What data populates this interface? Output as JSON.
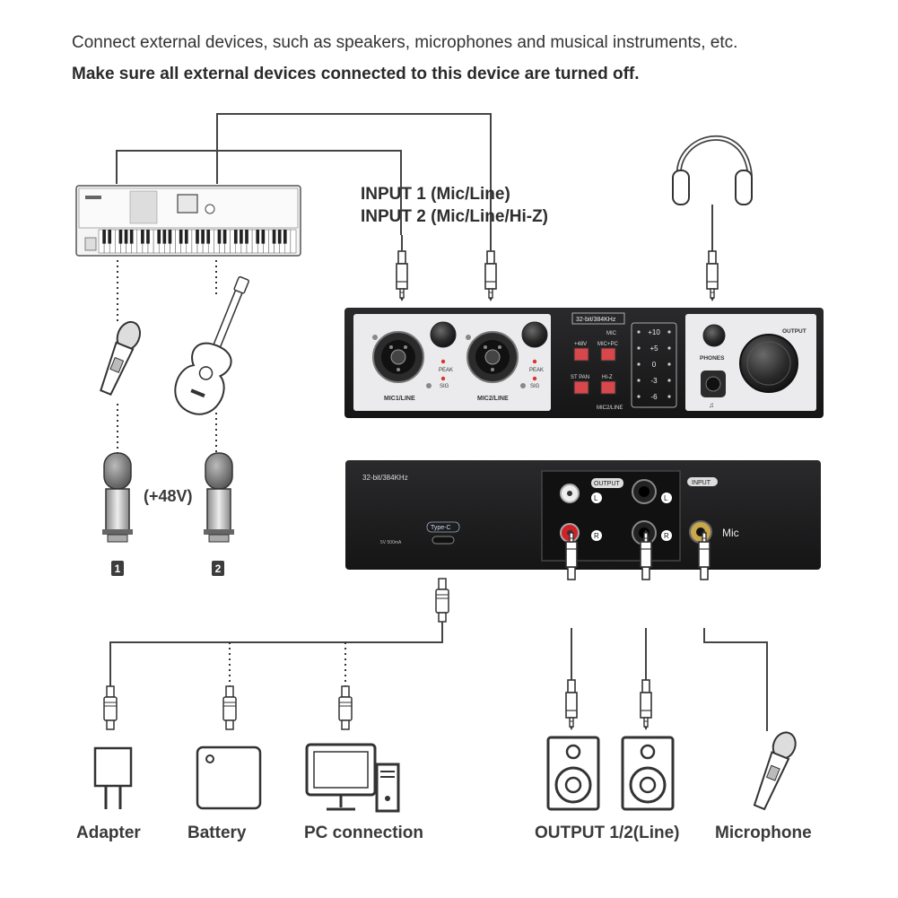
{
  "header": {
    "line1": "Connect external devices, such as speakers, microphones and musical instruments, etc.",
    "line2": "Make sure all external devices connected to this device are turned off."
  },
  "inputs_label": {
    "input1": "INPUT 1 (Mic/Line)",
    "input2": "INPUT 2 (Mic/Line/Hi-Z)"
  },
  "phantom_label": "(+48V)",
  "mic_numbers": [
    "1",
    "2"
  ],
  "front_panel": {
    "sample_rate": "32-bit/384KHz",
    "ch1_label": "MIC1/LINE",
    "ch2_label": "MIC2/LINE",
    "peak": "PEAK",
    "sig": "SIG",
    "btn_48v": "+48V",
    "btn_mic": "MIC",
    "btn_micpc": "MIC+PC",
    "btn_stpan": "ST PAN",
    "btn_hiz": "HI-Z",
    "hiz_sub": "MIC2/LINE",
    "meter": [
      "+10",
      "+5",
      "0",
      "-3",
      "-6"
    ],
    "phones": "PHONES",
    "output": "OUTPUT"
  },
  "rear_panel": {
    "sample_rate": "32-bit/384KHz",
    "typec": "Type-C",
    "power": "5V 500mA",
    "output_tag": "OUTPUT",
    "input_tag": "INPUT",
    "mic": "Mic",
    "left": "L",
    "right": "R"
  },
  "bottom_labels": {
    "adapter": "Adapter",
    "battery": "Battery",
    "pc": "PC connection",
    "output": "OUTPUT 1/2(Line)",
    "microphone": "Microphone"
  },
  "colors": {
    "panel_dark": "#1d1d1f",
    "panel_light": "#e9e9ec",
    "button_red": "#d8474b",
    "rca_red": "#d32027",
    "gold": "#c9a74a"
  }
}
